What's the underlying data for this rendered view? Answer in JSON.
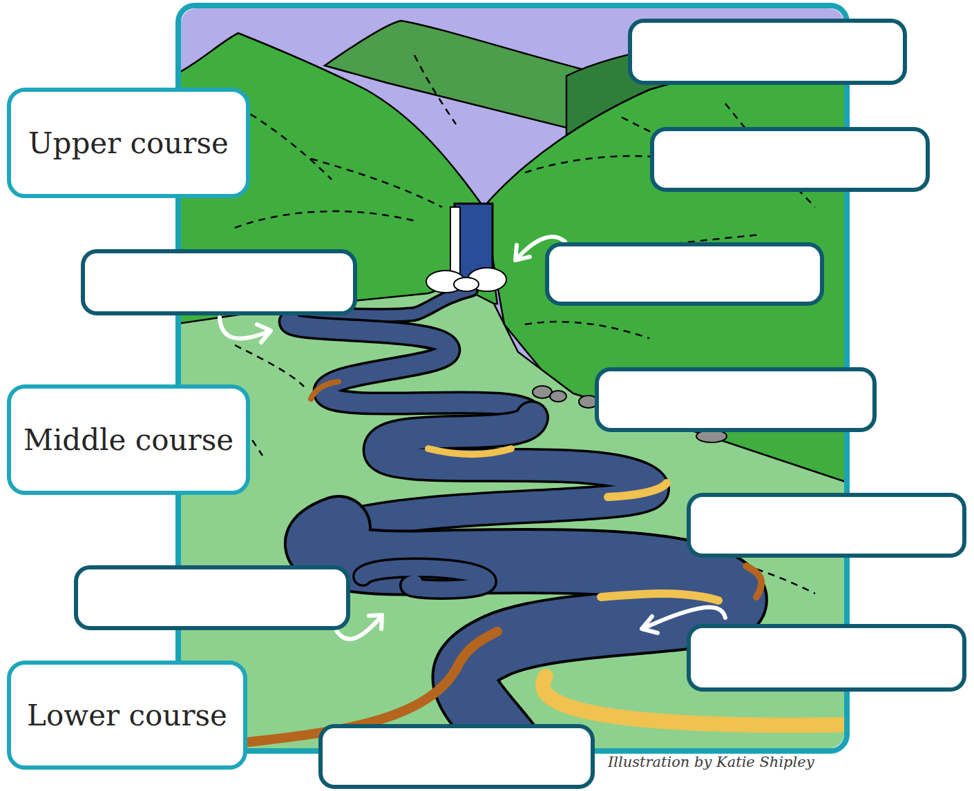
{
  "diagram": {
    "caption": "Illustration by Katie Shipley",
    "nodes": [
      {
        "text": [
          "Upper course"
        ]
      },
      {
        "text": [
          "Middle course"
        ]
      },
      {
        "text": [
          "Lower course"
        ]
      }
    ]
  }
}
